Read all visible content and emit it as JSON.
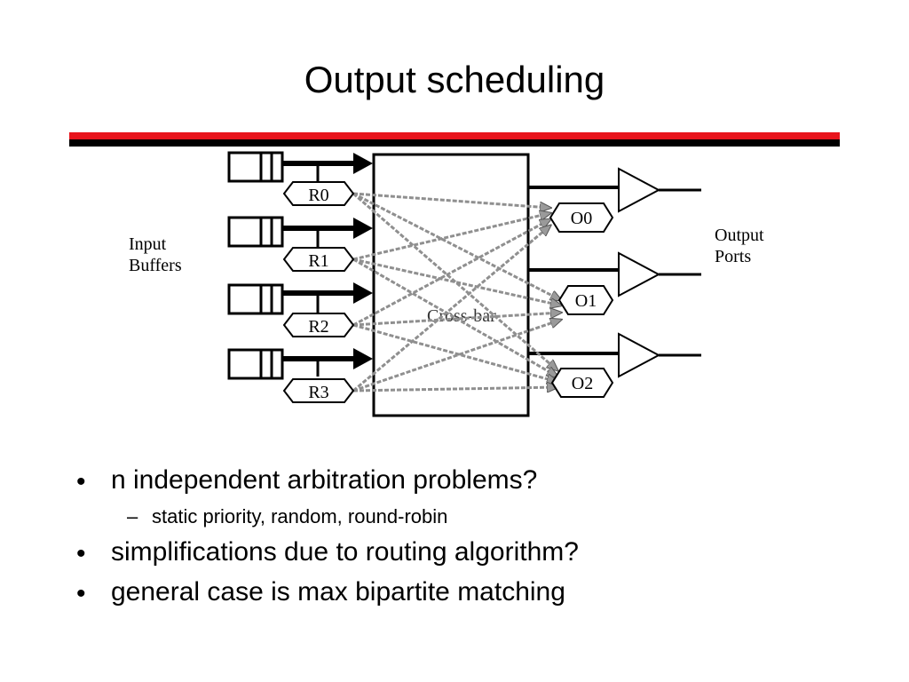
{
  "slide": {
    "title": "Output scheduling"
  },
  "diagram": {
    "left_label_line1": "Input",
    "left_label_line2": "Buffers",
    "right_label_line1": "Output",
    "right_label_line2": "Ports",
    "crossbar_label": "Cross-bar",
    "routers": [
      "R0",
      "R1",
      "R2",
      "R3"
    ],
    "outputs": [
      "O0",
      "O1",
      "O2"
    ]
  },
  "bullets": [
    {
      "marker": "•",
      "text": "n independent arbitration problems?",
      "sub": {
        "marker": "–",
        "text": "static priority, random, round-robin"
      }
    },
    {
      "marker": "•",
      "text": "simplifications due to routing algorithm?"
    },
    {
      "marker": "•",
      "text": "general case is max bipartite matching"
    }
  ]
}
